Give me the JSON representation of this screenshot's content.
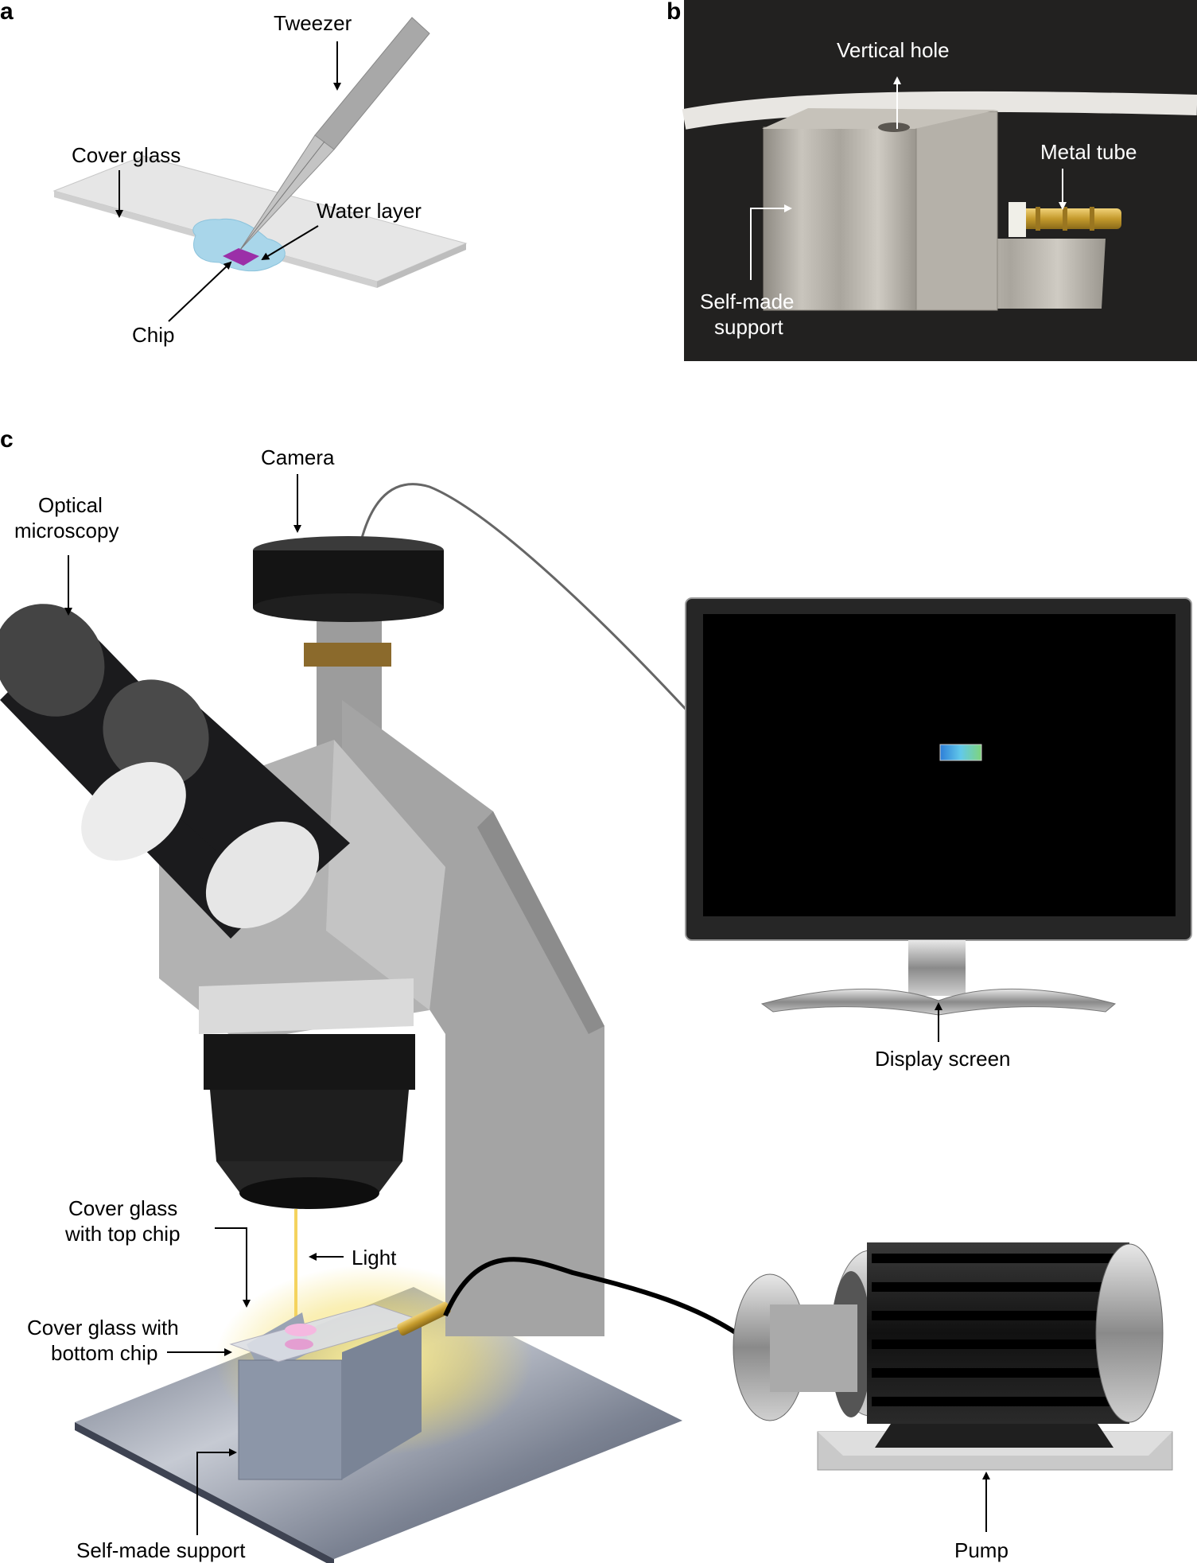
{
  "panels": {
    "a": {
      "letter": "a",
      "labels": {
        "tweezer": "Tweezer",
        "cover_glass": "Cover glass",
        "water_layer": "Water layer",
        "chip": "Chip"
      }
    },
    "b": {
      "letter": "b",
      "labels": {
        "vertical_hole": "Vertical hole",
        "metal_tube": "Metal tube",
        "self_made_support_1": "Self-made",
        "self_made_support_2": "support"
      }
    },
    "c": {
      "letter": "c",
      "labels": {
        "camera": "Camera",
        "optical_1": "Optical",
        "optical_2": "microscopy",
        "display_screen": "Display screen",
        "cover_top_1": "Cover glass",
        "cover_top_2": "with top chip",
        "light": "Light",
        "cover_bottom_1": "Cover glass with",
        "cover_bottom_2": "bottom chip",
        "self_made_support": "Self-made support",
        "pump": "Pump"
      }
    }
  },
  "colors": {
    "chip": "#9b2fa8",
    "water": "#a9d6ea",
    "photo_bg": "#1a1a1a",
    "metal": "#b8b4ac",
    "brass": "#c9a435",
    "microscope_gray": "#a6a6a6",
    "microscope_dark": "#1b1b1d",
    "light_beam": "#f4d35e",
    "screen_spot": "#4aa6e8"
  }
}
